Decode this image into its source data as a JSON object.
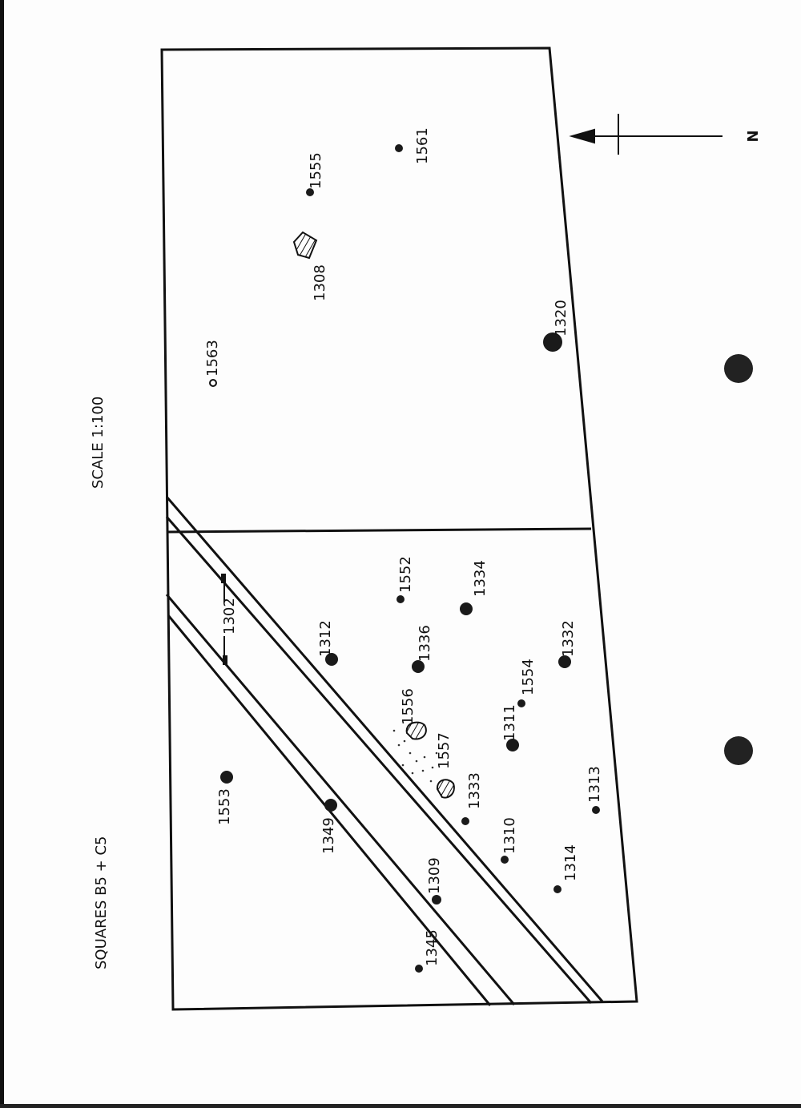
{
  "title": "SQUARES B5 + C5",
  "scale": "SCALE 1:100",
  "north_label": "N",
  "features": [
    {
      "id": "1561",
      "type": "posthole"
    },
    {
      "id": "1555",
      "type": "posthole"
    },
    {
      "id": "1308",
      "type": "hatched-feature"
    },
    {
      "id": "1563",
      "type": "open-circle"
    },
    {
      "id": "1320",
      "type": "large-posthole"
    },
    {
      "id": "1552",
      "type": "posthole"
    },
    {
      "id": "1334",
      "type": "posthole"
    },
    {
      "id": "1312",
      "type": "posthole"
    },
    {
      "id": "1336",
      "type": "posthole"
    },
    {
      "id": "1332",
      "type": "posthole"
    },
    {
      "id": "1554",
      "type": "posthole"
    },
    {
      "id": "1311",
      "type": "posthole"
    },
    {
      "id": "1556",
      "type": "hatched-feature"
    },
    {
      "id": "1557",
      "type": "hatched-feature"
    },
    {
      "id": "1553",
      "type": "posthole"
    },
    {
      "id": "1349",
      "type": "posthole"
    },
    {
      "id": "1333",
      "type": "posthole"
    },
    {
      "id": "1313",
      "type": "posthole"
    },
    {
      "id": "1310",
      "type": "posthole"
    },
    {
      "id": "1309",
      "type": "posthole"
    },
    {
      "id": "1314",
      "type": "posthole"
    },
    {
      "id": "1345",
      "type": "posthole"
    },
    {
      "id": "1302",
      "type": "linear-feature"
    }
  ]
}
